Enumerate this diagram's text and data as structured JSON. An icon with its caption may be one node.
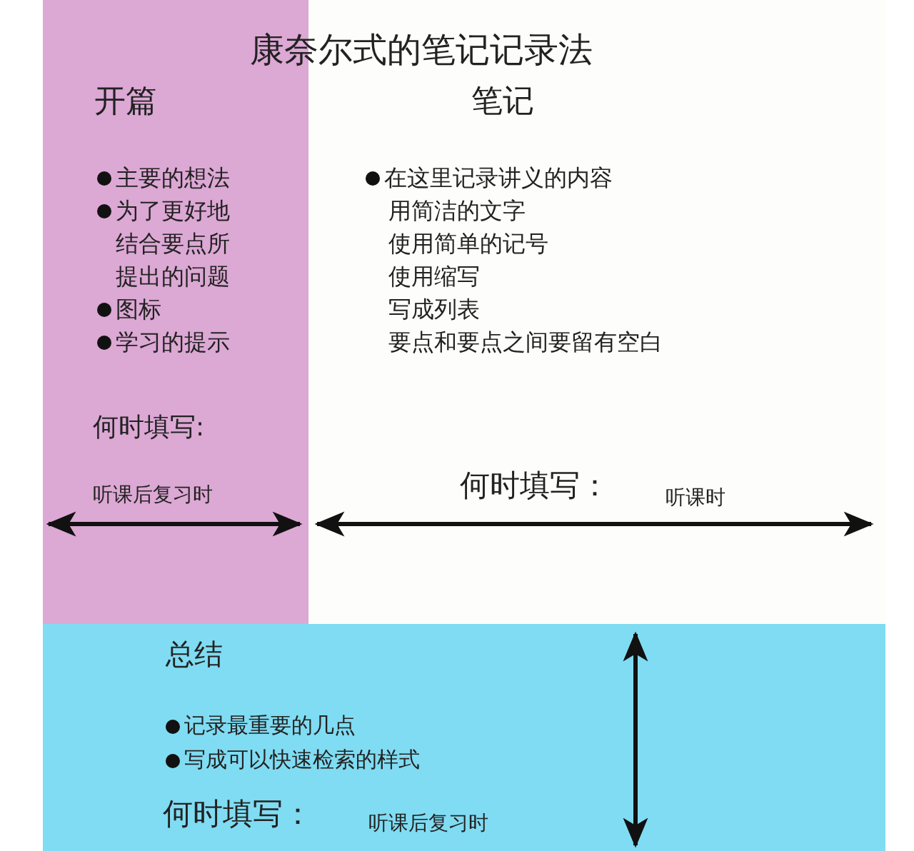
{
  "diagram": {
    "title": "康奈尔式的笔记记录法",
    "nodes": [
      {
        "text": [
          "开篇",
          "主要的想法",
          "为了更好地结合要点所提出的问题",
          "图标",
          "学习的提示",
          "何时填写:",
          "听课后复习时"
        ]
      },
      {
        "text": [
          "笔记",
          "在这里记录讲义的内容",
          "用简洁的文字",
          "使用简单的记号",
          "使用缩写",
          "写成列表",
          "要点和要点之间要留有空白",
          "何时填写：",
          "听课时"
        ]
      },
      {
        "text": [
          "总结",
          "记录最重要的几点",
          "写成可以快速检索的样式",
          "何时填写：",
          "听课后复习时"
        ]
      }
    ]
  }
}
